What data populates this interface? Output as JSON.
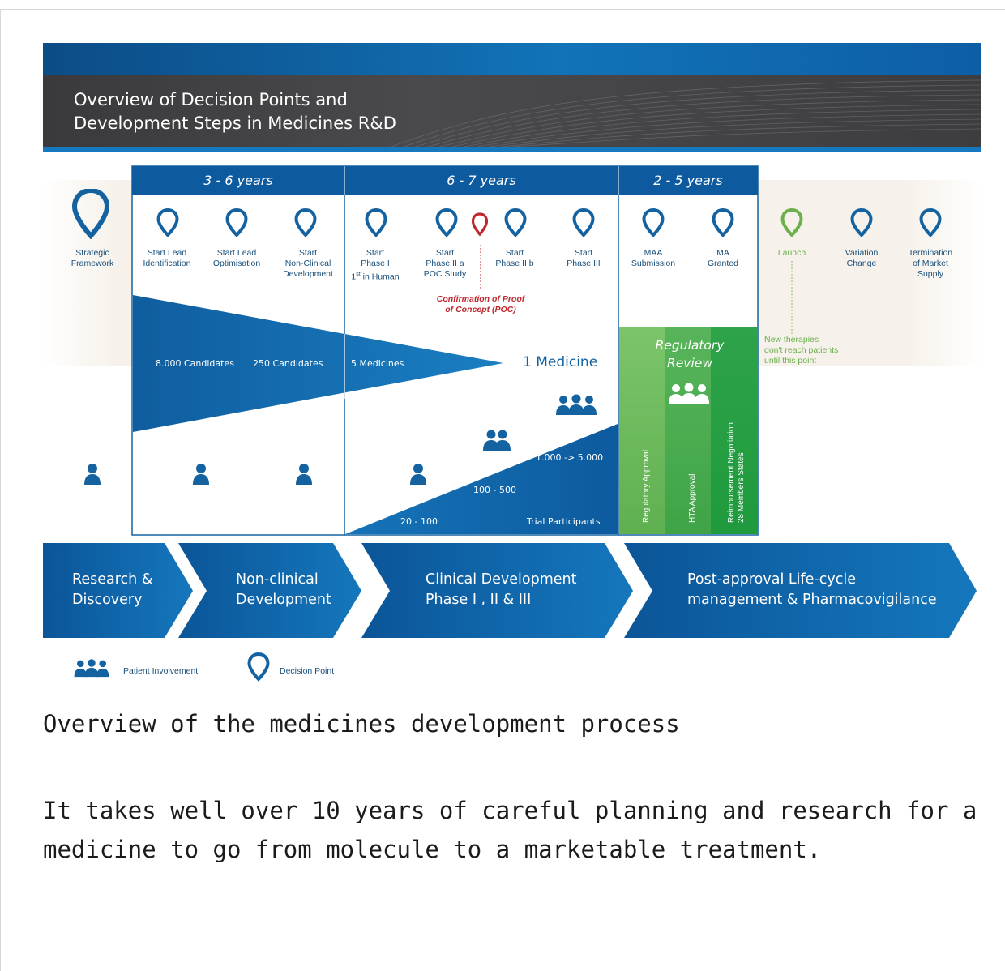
{
  "header": {
    "title_line1": "Overview of Decision Points and",
    "title_line2": "Development Steps in Medicines R&D"
  },
  "durations": [
    "3 - 6 years",
    "6 - 7 years",
    "2 - 5 years"
  ],
  "decision_points": [
    {
      "line1": "Strategic",
      "line2": "Framework",
      "line3": ""
    },
    {
      "line1": "Start Lead",
      "line2": "Identification",
      "line3": ""
    },
    {
      "line1": "Start Lead",
      "line2": "Optimisation",
      "line3": ""
    },
    {
      "line1": "Start",
      "line2": "Non-Clinical",
      "line3": "Development"
    },
    {
      "line1": "Start",
      "line2": "Phase I",
      "line3": "1st in Human"
    },
    {
      "line1": "Start",
      "line2": "Phase II a",
      "line3": "POC Study"
    },
    {
      "line1": "Start",
      "line2": "Phase II b",
      "line3": ""
    },
    {
      "line1": "Start",
      "line2": "Phase III",
      "line3": ""
    },
    {
      "line1": "MAA",
      "line2": "Submission",
      "line3": ""
    },
    {
      "line1": "MA",
      "line2": "Granted",
      "line3": ""
    },
    {
      "line1": "Launch",
      "line2": "",
      "line3": ""
    },
    {
      "line1": "Variation",
      "line2": "Change",
      "line3": ""
    },
    {
      "line1": "Termination",
      "line2": "of Market",
      "line3": "Supply"
    }
  ],
  "poc": {
    "line1": "Confirmation of Proof",
    "line2": "of Concept (POC)"
  },
  "funnel": {
    "candidates_8000": "8.000 Candidates",
    "candidates_250": "250 Candidates",
    "medicines_5": "5 Medicines",
    "medicine_1": "1 Medicine"
  },
  "trial": {
    "p1": "20 - 100",
    "p2": "100 - 500",
    "p3": "1.000 -> 5.000",
    "label": "Trial Participants"
  },
  "regulatory": {
    "title_line1": "Regulatory",
    "title_line2": "Review",
    "col1": "Regulatory Approval",
    "col2": "HTA Approval",
    "col3_line1": "Reimbursement Negotiation",
    "col3_line2": "28 Members States"
  },
  "launch_note": {
    "line1": "New therapies",
    "line2": "don't reach patients",
    "line3": "until this point"
  },
  "phases": [
    {
      "line1": "Research &",
      "line2": "Discovery"
    },
    {
      "line1": "Non-clinical",
      "line2": "Development"
    },
    {
      "line1": "Clinical Development",
      "line2": "Phase I , II & III"
    },
    {
      "line1": "Post-approval Life-cycle",
      "line2": "management & Pharmacovigilance"
    }
  ],
  "legend": {
    "patient": "Patient Involvement",
    "decision": "Decision Point"
  },
  "colors": {
    "blue_dark": "#0d5a9e",
    "blue_mid": "#1678be",
    "pin_blue": "#1462a0",
    "pin_red": "#c0272d",
    "pin_green": "#6ab04c",
    "green_dark": "#2e9e3a",
    "green_light": "#8fcf74"
  },
  "document": {
    "caption": "Overview of the medicines development process",
    "paragraph": "It takes well over 10 years of careful planning and research for a medicine to go from molecule to a marketable treatment."
  }
}
